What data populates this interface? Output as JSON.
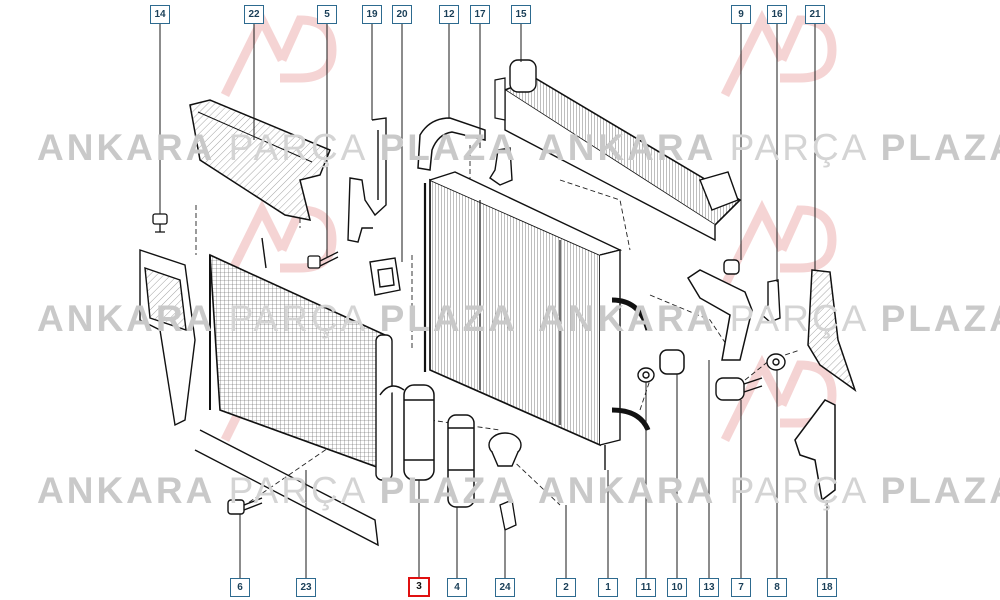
{
  "watermark": {
    "word1": "ANKARA",
    "word2": "PARÇA",
    "word3": "PLAZA"
  },
  "colors": {
    "callout_border": "#2d6a8f",
    "highlight_border": "#e01010",
    "line": "#1a1a1a",
    "watermark": "#c9c9c9"
  },
  "top_callouts": [
    "14",
    "22",
    "5",
    "19",
    "20",
    "12",
    "17",
    "15",
    "9",
    "16",
    "21"
  ],
  "bottom_callouts": [
    "6",
    "23",
    "3",
    "4",
    "24",
    "2",
    "1",
    "11",
    "10",
    "13",
    "7",
    "8",
    "18"
  ],
  "highlighted_callout": "3"
}
